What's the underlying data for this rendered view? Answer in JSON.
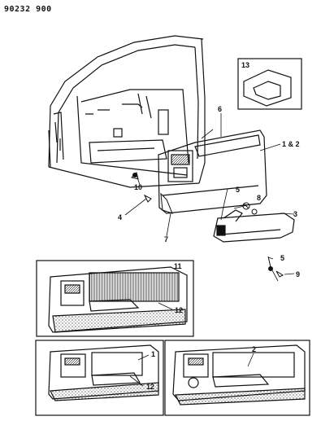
{
  "document_number": "90232 900",
  "callouts": {
    "c1_2": "1 & 2",
    "c3": "3",
    "c4": "4",
    "c5a": "5",
    "c5b": "5",
    "c6": "6",
    "c7": "7",
    "c8": "8",
    "c9": "9",
    "c10": "10",
    "c11": "11",
    "c12a": "12",
    "c12b": "12",
    "c1": "1",
    "c2": "2",
    "c13": "13"
  },
  "colors": {
    "line": "#111111",
    "background": "#ffffff"
  }
}
